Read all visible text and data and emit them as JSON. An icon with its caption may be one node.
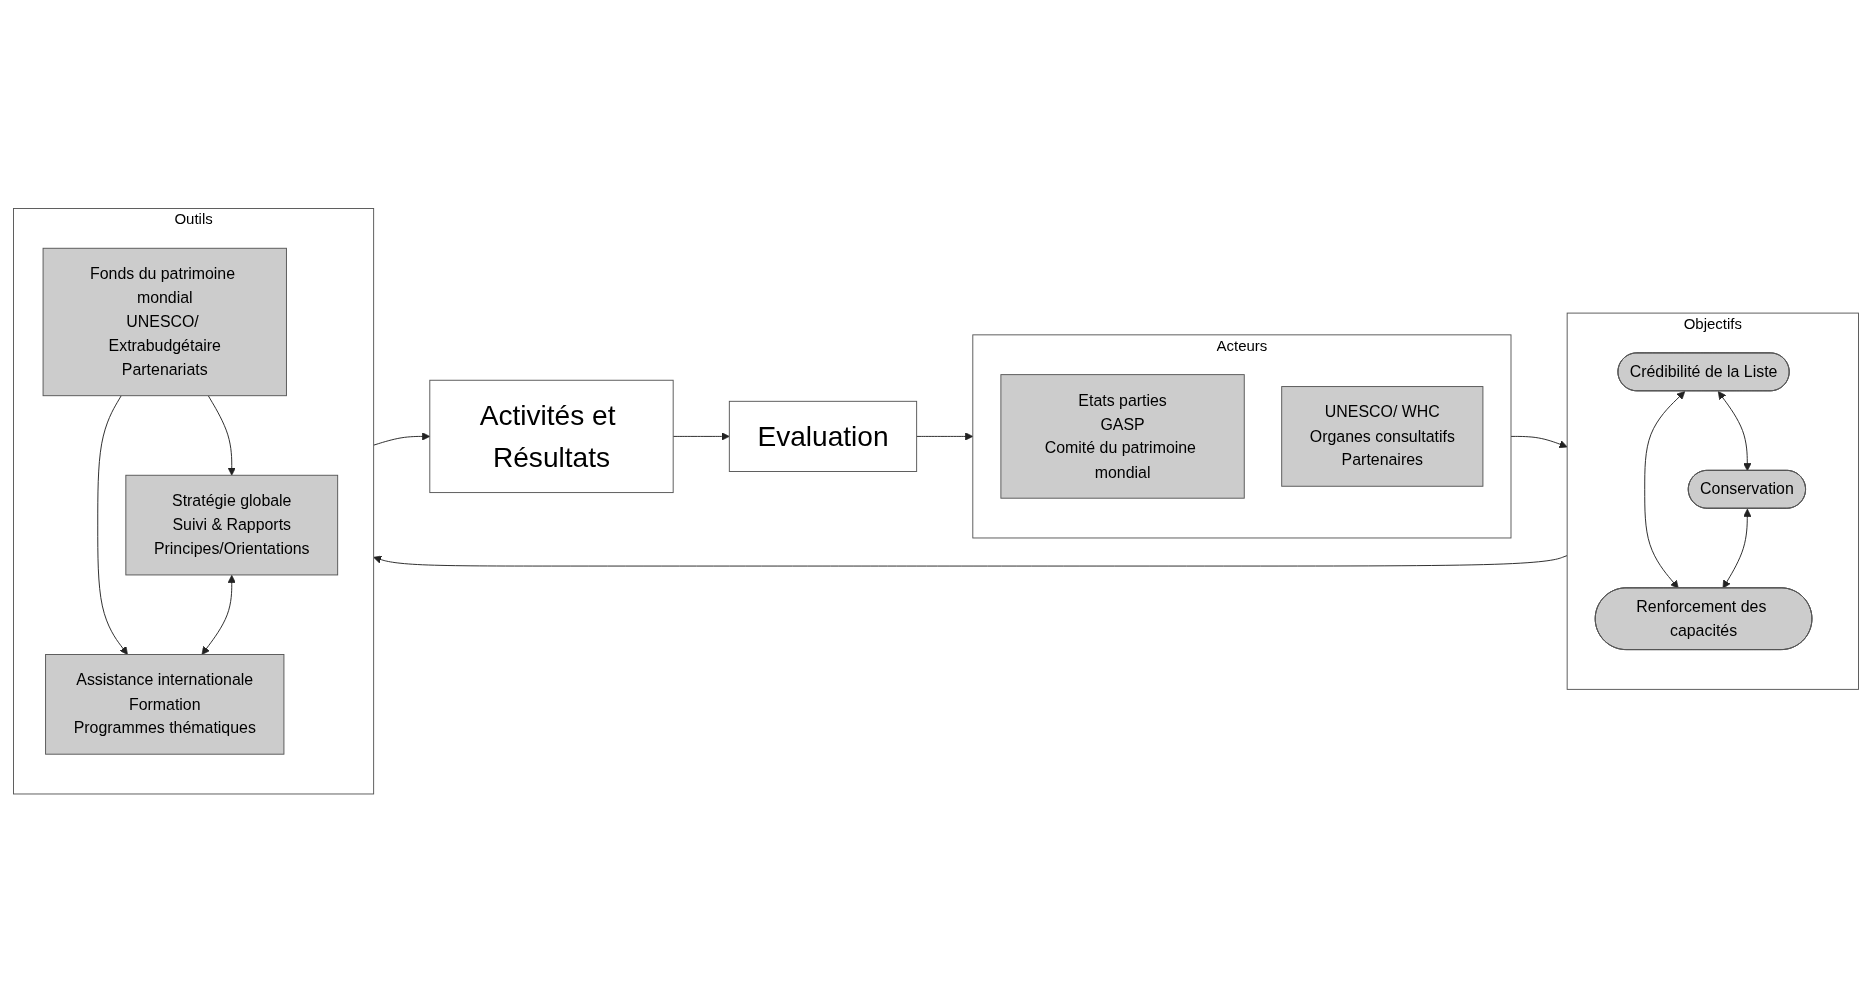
{
  "diagram": {
    "nodes": [
      {
        "text": [
          "Acteurs"
        ]
      },
      {
        "text": [
          "Etats parties",
          "GASP",
          "Comité du patrimoine mondial"
        ],
        "in": 0
      },
      {
        "text": [
          "UNESCO/ WHC",
          "Organes consultatifs",
          "Partenaires"
        ],
        "in": 0
      },
      {
        "text": [
          "Objectifs"
        ]
      },
      {
        "text": [
          "Crédibilité de la Liste"
        ],
        "in": 3
      },
      {
        "text": [
          "Conservation"
        ],
        "in": 3
      },
      {
        "text": [
          "Renforcement des capacités"
        ],
        "in": 3
      },
      {
        "text": [
          "Outils"
        ]
      },
      {
        "text": [
          "Fonds du patrimoine mondial",
          "UNESCO/ Extrabudgétaire",
          "Partenariats"
        ],
        "in": 7
      },
      {
        "text": [
          "Stratégie globale",
          "Suivi & Rapports",
          "Principes/Orientations"
        ],
        "in": 7
      },
      {
        "text": [
          "Assistance internationale",
          "Formation",
          "Programmes thématiques"
        ],
        "in": 7
      },
      {
        "text": [
          "Evaluation"
        ]
      },
      {
        "text": [
          "Activités et Résultats"
        ]
      }
    ],
    "edges": [
      {
        "from": 0,
        "to": 3,
        "arrow": "to"
      },
      {
        "from": 3,
        "to": 7,
        "arrow": "to"
      },
      {
        "from": 4,
        "to": 5,
        "arrow": "both"
      },
      {
        "from": 4,
        "to": 6,
        "arrow": "both"
      },
      {
        "from": 5,
        "to": 6,
        "arrow": "both"
      },
      {
        "from": 8,
        "to": 9,
        "arrow": "to"
      },
      {
        "from": 8,
        "to": 10,
        "arrow": "to"
      },
      {
        "from": 9,
        "to": 10,
        "arrow": "both"
      },
      {
        "from": 7,
        "to": 12,
        "arrow": "to"
      },
      {
        "from": 12,
        "to": 11,
        "arrow": "to"
      },
      {
        "from": 11,
        "to": 0,
        "arrow": "to"
      }
    ]
  }
}
